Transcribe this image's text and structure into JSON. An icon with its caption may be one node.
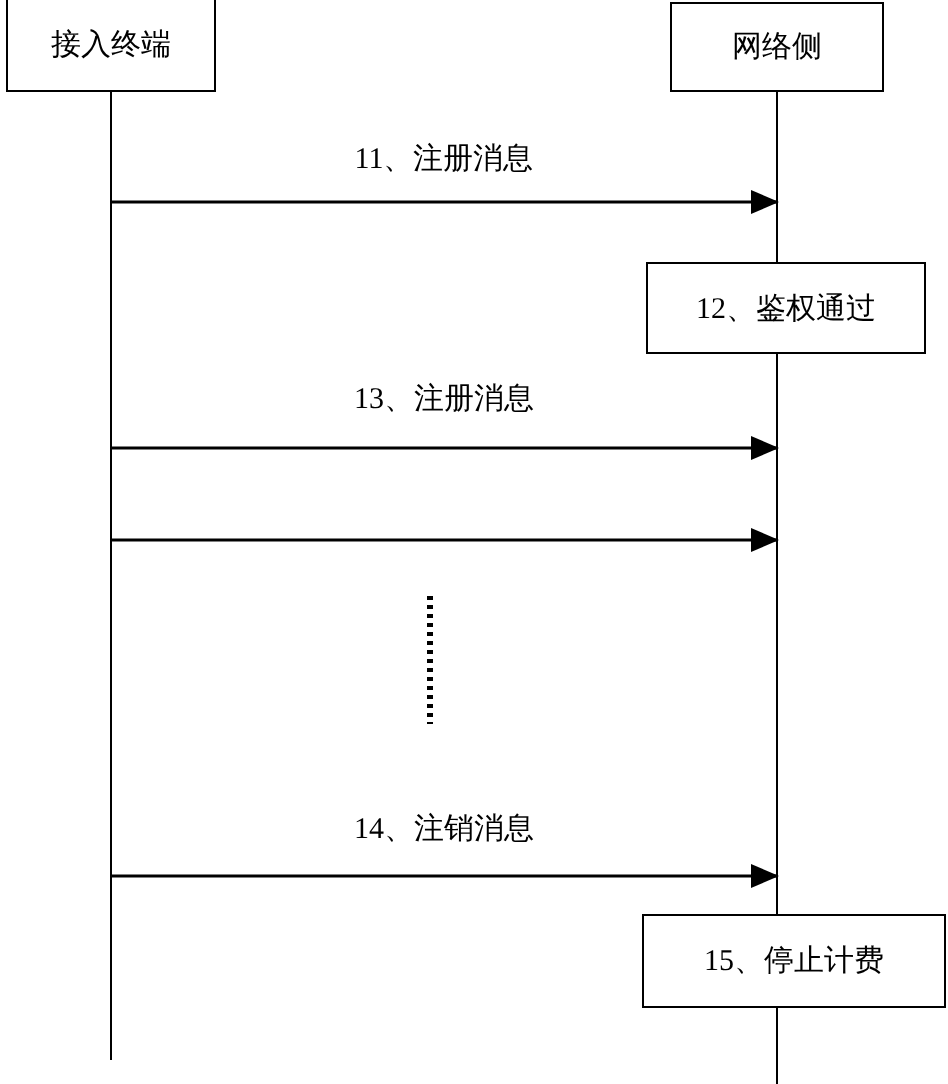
{
  "diagram": {
    "nodes": [
      {
        "text": [
          "接入终端"
        ]
      },
      {
        "text": [
          "网络侧"
        ]
      },
      {
        "text": [
          "12、鉴权通过"
        ]
      },
      {
        "text": [
          "15、停止计费"
        ]
      }
    ],
    "edges": [
      {
        "from": 0,
        "to": 1,
        "arrow": "to",
        "label": "11、注册消息"
      },
      {
        "from": 0,
        "to": 1,
        "arrow": "to",
        "label": "13、注册消息"
      },
      {
        "from": 0,
        "to": 1,
        "arrow": "to"
      },
      {
        "from": 0,
        "to": 1,
        "arrow": "to",
        "label": "14、注销消息"
      }
    ]
  }
}
